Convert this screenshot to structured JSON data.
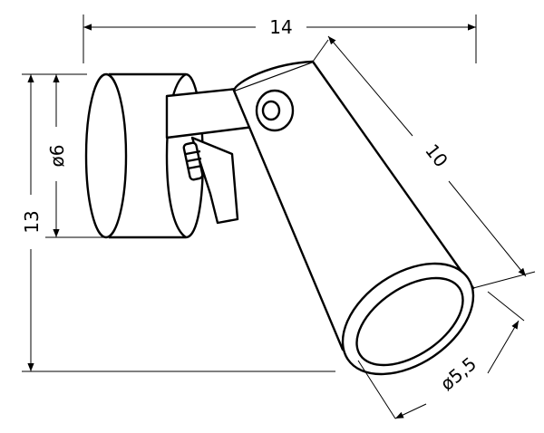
{
  "dimensions": {
    "width": "14",
    "height": "13",
    "base_diameter": "ø6",
    "length": "10",
    "head_diameter": "ø5,5"
  }
}
